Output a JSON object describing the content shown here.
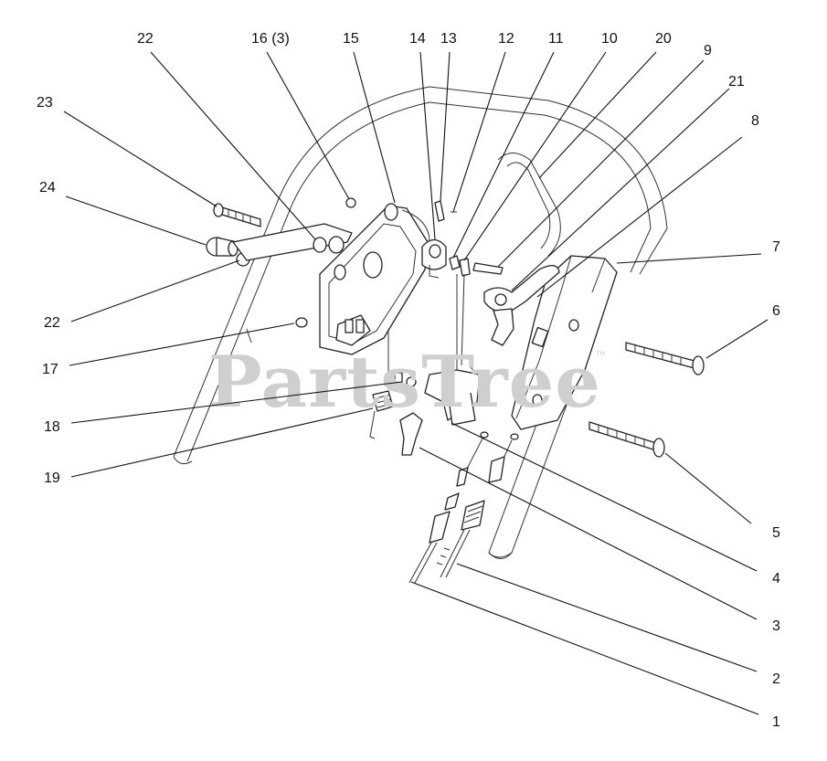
{
  "watermark": {
    "text": "PartsTree",
    "trademark": "™"
  },
  "callouts": [
    {
      "id": "c1",
      "label": "1"
    },
    {
      "id": "c2",
      "label": "2"
    },
    {
      "id": "c3",
      "label": "3"
    },
    {
      "id": "c4",
      "label": "4"
    },
    {
      "id": "c5",
      "label": "5"
    },
    {
      "id": "c6",
      "label": "6"
    },
    {
      "id": "c7",
      "label": "7"
    },
    {
      "id": "c8",
      "label": "8"
    },
    {
      "id": "c9",
      "label": "9"
    },
    {
      "id": "c10",
      "label": "10"
    },
    {
      "id": "c11",
      "label": "11"
    },
    {
      "id": "c12",
      "label": "12"
    },
    {
      "id": "c13",
      "label": "13"
    },
    {
      "id": "c14",
      "label": "14"
    },
    {
      "id": "c15",
      "label": "15"
    },
    {
      "id": "c16",
      "label": "16 (3)"
    },
    {
      "id": "c17",
      "label": "17"
    },
    {
      "id": "c18",
      "label": "18"
    },
    {
      "id": "c19",
      "label": "19"
    },
    {
      "id": "c20",
      "label": "20"
    },
    {
      "id": "c21",
      "label": "21"
    },
    {
      "id": "c22a",
      "label": "22"
    },
    {
      "id": "c22b",
      "label": "22"
    },
    {
      "id": "c23",
      "label": "23"
    },
    {
      "id": "c24",
      "label": "24"
    }
  ]
}
